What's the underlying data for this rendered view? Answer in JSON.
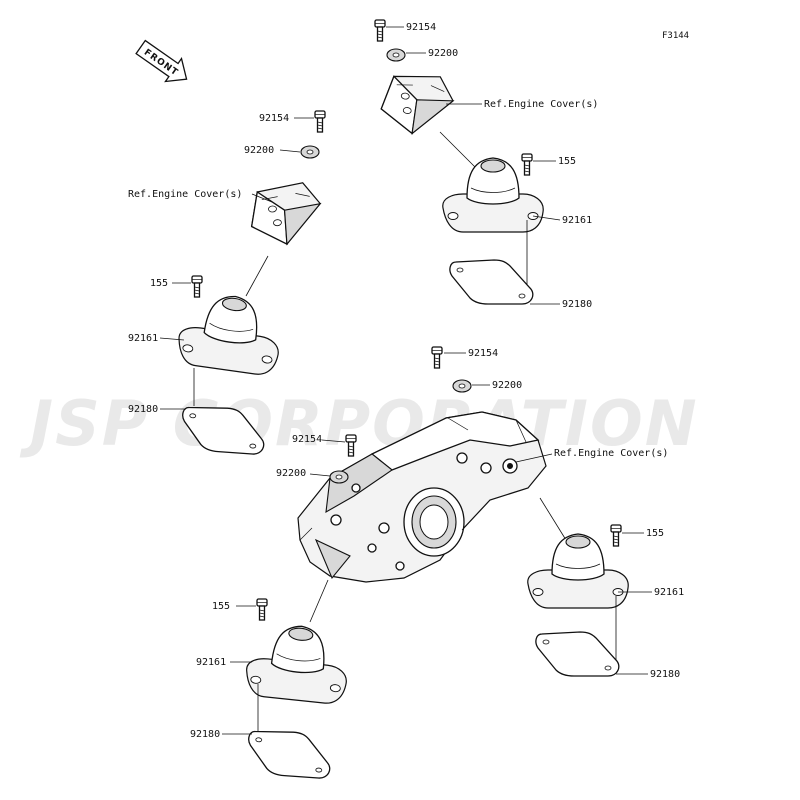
{
  "diagram_code": "F3144",
  "watermark": "JSP CORPORATION",
  "direction_arrow": "FRONT",
  "labels": {
    "bolt_a_top": "92154",
    "washer_a_top": "92200",
    "ref_a_top": "Ref.Engine Cover(s)",
    "bolt_b_top": "155",
    "mount_a_top": "92161",
    "gasket_a_top": "92180",
    "bolt_a_left": "92154",
    "washer_a_left": "92200",
    "ref_a_left": "Ref.Engine Cover(s)",
    "bolt_b_left": "155",
    "mount_a_left": "92161",
    "gasket_a_left": "92180",
    "bolt_a_mid": "92154",
    "washer_a_mid": "92200",
    "bolt_a_case": "92154",
    "washer_a_case": "92200",
    "ref_a_case": "Ref.Engine Cover(s)",
    "bolt_b_right": "155",
    "mount_a_right": "92161",
    "gasket_a_right": "92180",
    "bolt_b_bottom": "155",
    "mount_a_bottom": "92161",
    "gasket_a_bottom": "92180"
  }
}
